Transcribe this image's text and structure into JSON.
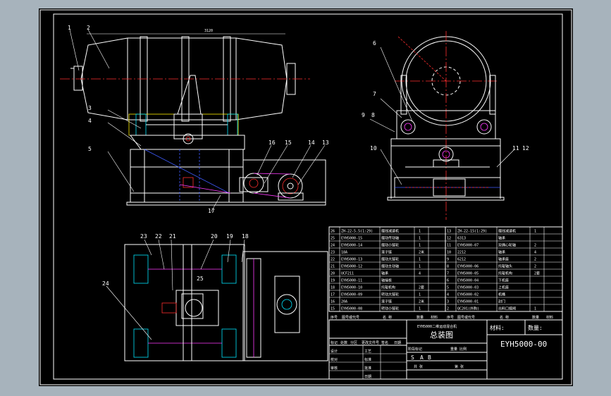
{
  "drawing": {
    "dimension_label": "3120",
    "title_block": {
      "drawing_title": "总装图",
      "drawing_number": "EYH5000-00",
      "material_label": "材料:",
      "quantity_label": "数量:",
      "scale_row": "重量 比例",
      "marks": [
        "S",
        "A",
        "B"
      ],
      "sheet_row": [
        "共 张",
        "第 张"
      ],
      "product_name": "EYH5000二维运动混合机",
      "left_labels": [
        "设计",
        "校对",
        "审核",
        "工艺",
        "标准",
        "批准",
        "日期"
      ],
      "change_row": [
        "标记",
        "处数",
        "分区",
        "更改文件号",
        "签名",
        "日期"
      ],
      "stage_label": "阶段标记"
    },
    "balloons": {
      "front_view": [
        "1",
        "2",
        "3",
        "4",
        "5",
        "16",
        "15",
        "14",
        "13",
        "17"
      ],
      "side_view": [
        "6",
        "7",
        "9",
        "8",
        "10",
        "11",
        "12"
      ],
      "top_view": [
        "23",
        "22",
        "21",
        "20",
        "19",
        "18",
        "24",
        "25"
      ]
    },
    "parts_header": [
      "序号",
      "图号或代号",
      "名 称",
      "数量",
      "材料",
      "备注"
    ],
    "parts_left": [
      {
        "no": "26",
        "code": "ZH-22-5.5(1:29)",
        "name": "摆线减速机",
        "qty": "1"
      },
      {
        "no": "25",
        "code": "EYH5000-15",
        "name": "摆动传动轴",
        "qty": "1"
      },
      {
        "no": "24",
        "code": "EYH5000-14",
        "name": "摆动小链轮",
        "qty": "1"
      },
      {
        "no": "23",
        "code": "18A",
        "name": "滚子链",
        "qty": "2米"
      },
      {
        "no": "22",
        "code": "EYH5000-13",
        "name": "摆动大链轮",
        "qty": "1"
      },
      {
        "no": "21",
        "code": "EYH5000-12",
        "name": "摆动主动轴",
        "qty": "1"
      },
      {
        "no": "20",
        "code": "UCF211",
        "name": "轴承",
        "qty": "4"
      },
      {
        "no": "19",
        "code": "EYH5000-11",
        "name": "轴端板",
        "qty": ""
      },
      {
        "no": "18",
        "code": "EYH5000-10",
        "name": "托辊机构",
        "qty": "2套"
      },
      {
        "no": "17",
        "code": "EYH5000-09",
        "name": "转动大链轮",
        "qty": "1"
      },
      {
        "no": "16",
        "code": "20A",
        "name": "滚子链",
        "qty": "2米"
      },
      {
        "no": "15",
        "code": "EYH5000-08",
        "name": "转动小链轮",
        "qty": "1"
      }
    ],
    "parts_right": [
      {
        "no": "13",
        "code": "ZH-22-15(1:29)",
        "name": "摆线减速机",
        "qty": "1"
      },
      {
        "no": "12",
        "code": "6313",
        "name": "轴承",
        "qty": ""
      },
      {
        "no": "11",
        "code": "EYH5000-07",
        "name": "双偶心轮轴",
        "qty": "2"
      },
      {
        "no": "10",
        "code": "2212",
        "name": "轴承",
        "qty": "4"
      },
      {
        "no": "9",
        "code": "6212",
        "name": "轴承座",
        "qty": "2"
      },
      {
        "no": "8",
        "code": "EYH5000-06",
        "name": "托辊轴头",
        "qty": "2"
      },
      {
        "no": "7",
        "code": "EYH5000-05",
        "name": "托辊机构",
        "qty": "2套"
      },
      {
        "no": "6",
        "code": "EYH5000-04",
        "name": "下机座",
        "qty": ""
      },
      {
        "no": "5",
        "code": "EYH5000-03",
        "name": "上机座",
        "qty": ""
      },
      {
        "no": "4",
        "code": "EYH5000-02",
        "name": "机桶",
        "qty": ""
      },
      {
        "no": "3",
        "code": "EYH5000-01",
        "name": "封门",
        "qty": ""
      },
      {
        "no": "2",
        "code": "QC201(外购)",
        "name": "出料口蝶阀",
        "qty": "1"
      }
    ],
    "colors": {
      "background": "#a7b3bc",
      "paper": "#000000",
      "lines": "#ffffff",
      "centerline": "#ff2e2e",
      "hidden": "#3f5cff",
      "chain": "#ff3cff",
      "highlight": "#ffee00"
    }
  }
}
